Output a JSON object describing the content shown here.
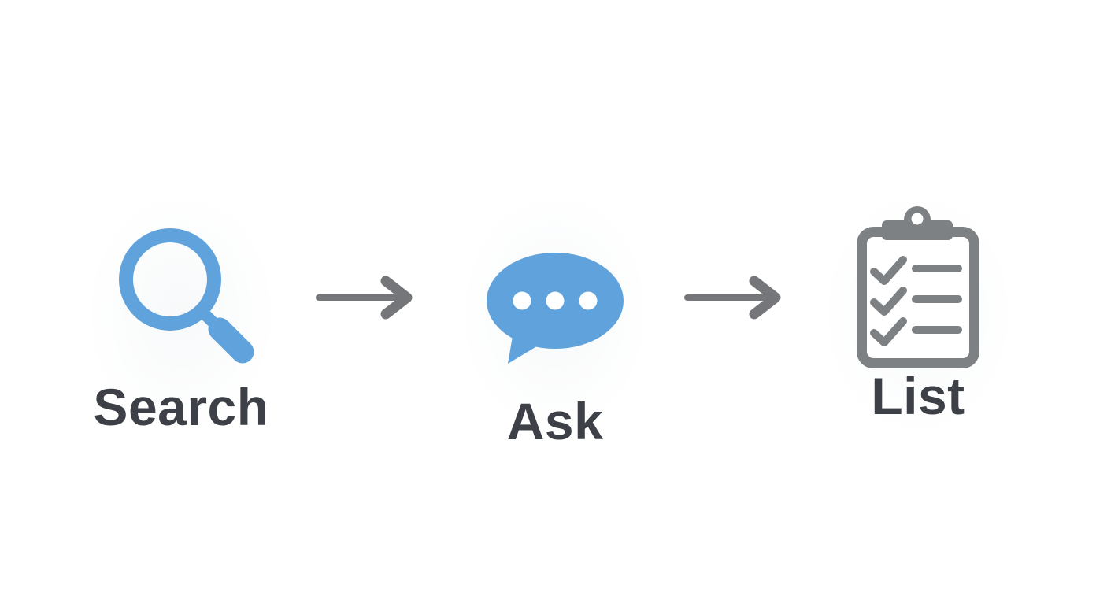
{
  "diagram": {
    "steps": [
      {
        "label": "Search",
        "icon": "magnifier-icon"
      },
      {
        "label": "Ask",
        "icon": "speech-bubble-icon"
      },
      {
        "label": "List",
        "icon": "clipboard-checklist-icon"
      }
    ],
    "arrows": [
      {
        "icon": "arrow-right-icon"
      },
      {
        "icon": "arrow-right-icon"
      }
    ],
    "colors": {
      "icon_blue": "#60a3dc",
      "icon_gray": "#7e8184",
      "arrow_gray": "#747679",
      "label_color": "#3d4147",
      "canvas_bg": "#ffffff",
      "halo_bg": "#f7f9fa"
    }
  }
}
